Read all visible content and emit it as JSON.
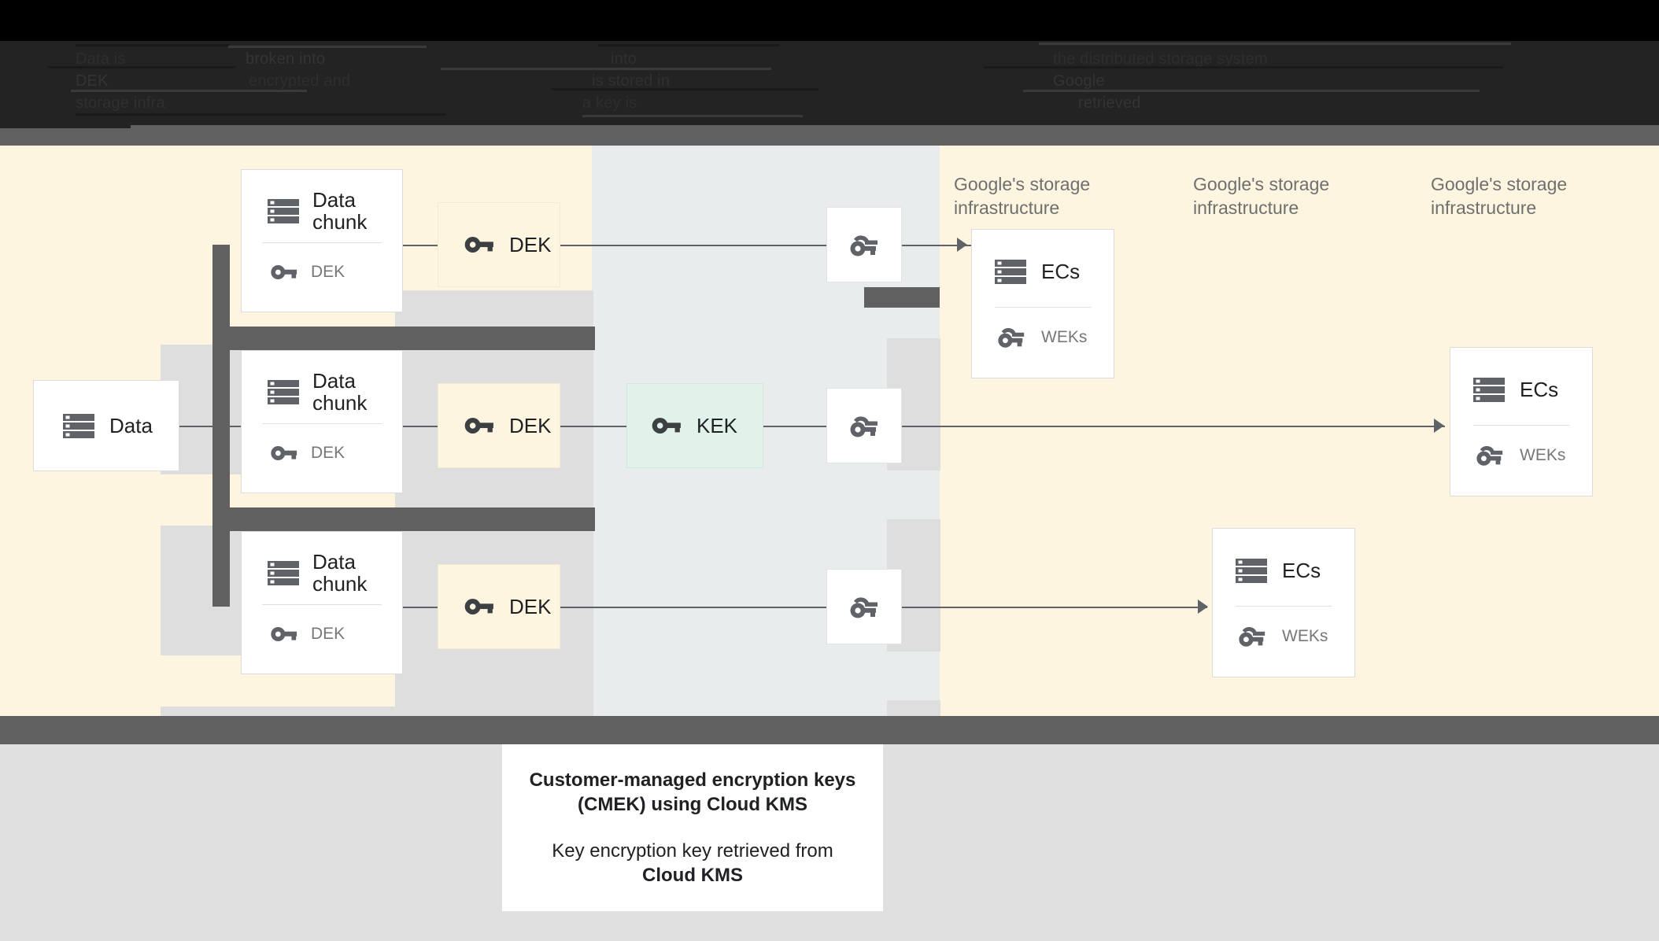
{
  "obscured_header": {
    "fragments": [
      "Data is",
      "broken into",
      "the distributed storage system",
      "into",
      "encrypted and",
      "is stored in",
      "DEK",
      "Google",
      "storage infra",
      "a key is",
      "retrieved"
    ]
  },
  "diagram": {
    "source": {
      "label": "Data",
      "icon": "server-icon"
    },
    "chunks": [
      {
        "title": "Data\nchunk",
        "key_label": "DEK",
        "icon": "server-icon",
        "key_icon": "key-icon"
      },
      {
        "title": "Data\nchunk",
        "key_label": "DEK",
        "icon": "server-icon",
        "key_icon": "key-icon"
      },
      {
        "title": "Data\nchunk",
        "key_label": "DEK",
        "icon": "server-icon",
        "key_icon": "key-icon"
      }
    ],
    "dek_boxes": [
      {
        "label": "DEK",
        "icon": "key-icon"
      },
      {
        "label": "DEK",
        "icon": "key-icon"
      },
      {
        "label": "DEK",
        "icon": "key-icon"
      }
    ],
    "kek": {
      "label": "KEK",
      "icon": "key-icon"
    },
    "wrapped_keys": [
      {
        "icon": "wrapped-key-icon"
      },
      {
        "icon": "wrapped-key-icon"
      },
      {
        "icon": "wrapped-key-icon"
      }
    ],
    "infra_labels": [
      "Google's storage\ninfrastructure",
      "Google's storage\ninfrastructure",
      "Google's storage\ninfrastructure"
    ],
    "ec_cards": [
      {
        "title": "ECs",
        "key_label": "WEKs",
        "icon": "server-icon",
        "key_icon": "wrapped-key-icon"
      },
      {
        "title": "ECs",
        "key_label": "WEKs",
        "icon": "server-icon",
        "key_icon": "wrapped-key-icon"
      },
      {
        "title": "ECs",
        "key_label": "WEKs",
        "icon": "server-icon",
        "key_icon": "wrapped-key-icon"
      }
    ]
  },
  "caption": {
    "line1": "Customer-managed encryption keys",
    "line2": "(CMEK) using Cloud KMS",
    "line3": "Key encryption key retrieved from",
    "line4": "Cloud KMS"
  },
  "colors": {
    "panel_cream": "#fdf5df",
    "panel_mid": "#e8ecec",
    "kek_green": "#e0f2ea",
    "slab_gray": "#dedede",
    "overlay_gray": "#606060",
    "line": "#5f6368",
    "text": "#202124",
    "muted": "#6f6f6f"
  }
}
